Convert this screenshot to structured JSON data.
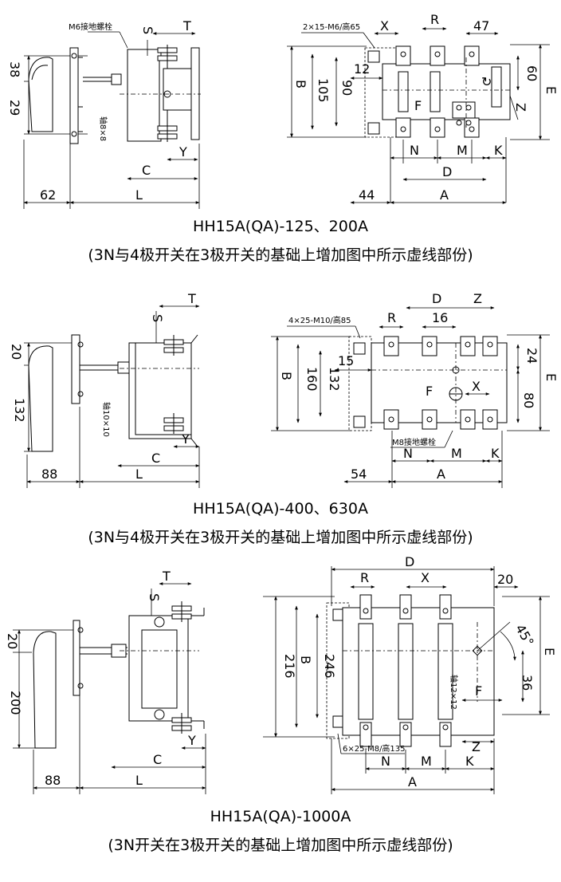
{
  "diagram_1": {
    "caption": "HH15A(QA)-125、200A",
    "note": "(3N与4极开关在3极开关的基础上增加图中所示虚线部份)",
    "side_view": {
      "ground_bolt": "M6接地螺栓",
      "shaft": "轴8×8",
      "dims": {
        "T": "T",
        "S": "S",
        "d38": "38",
        "d29": "29",
        "Y": "Y",
        "C": "C",
        "L": "L",
        "d62": "62"
      }
    },
    "front_view": {
      "mount_holes": "2×15-M6/高65",
      "dims": {
        "X": "X",
        "R": "R",
        "d47": "47",
        "d60": "60",
        "E": "E",
        "B": "B",
        "d105": "105",
        "d90": "90",
        "d12": "12",
        "F": "F",
        "Z": "Z",
        "N": "N",
        "M": "M",
        "K": "K",
        "D": "D",
        "d44": "44",
        "A": "A"
      }
    }
  },
  "diagram_2": {
    "caption": "HH15A(QA)-400、630A",
    "note": "(3N与4极开关在3极开关的基础上增加图中所示虚线部份)",
    "side_view": {
      "shaft": "轴10×10",
      "dims": {
        "T": "T",
        "S": "S",
        "d20": "20",
        "d132": "132",
        "Y": "Y",
        "C": "C",
        "L": "L",
        "d88": "88"
      }
    },
    "front_view": {
      "mount_holes": "4×25-M10/高85",
      "ground_bolt": "M8接地螺栓",
      "dims": {
        "D": "D",
        "Z": "Z",
        "R": "R",
        "d16": "16",
        "d24": "24",
        "B": "B",
        "d160": "160",
        "d132": "132",
        "d15": "15",
        "E": "E",
        "F": "F",
        "X": "X",
        "d80": "80",
        "N": "N",
        "M": "M",
        "K": "K",
        "d54": "54",
        "A": "A"
      }
    }
  },
  "diagram_3": {
    "caption": "HH15A(QA)-1000A",
    "note": "(3N开关在3极开关的基础上增加图中所示虚线部份)",
    "side_view": {
      "dims": {
        "T": "T",
        "S": "S",
        "d20": "20",
        "d200": "200",
        "Y": "Y",
        "C": "C",
        "L": "L",
        "d88": "88"
      }
    },
    "front_view": {
      "mount_holes": "6×25-M8/高135",
      "shaft": "轴12×12",
      "dims": {
        "D": "D",
        "R": "R",
        "X": "X",
        "d20": "20",
        "B": "B",
        "d216": "216",
        "d246": "246",
        "E": "E",
        "angle": "45°",
        "d36": "36",
        "F": "F",
        "Z": "Z",
        "N": "N",
        "M": "M",
        "K": "K",
        "A": "A"
      }
    }
  }
}
